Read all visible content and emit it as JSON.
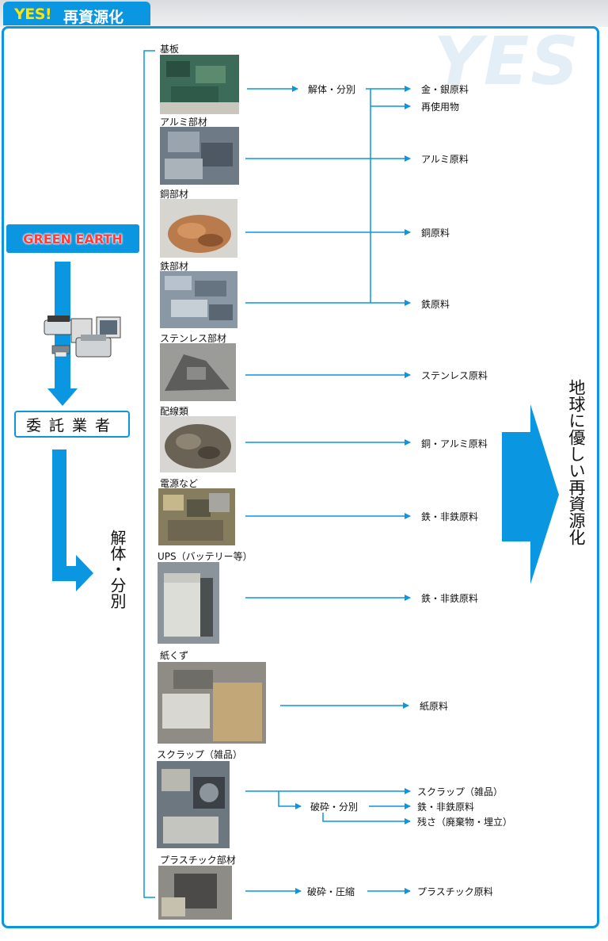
{
  "header": {
    "yes": "YES!",
    "title": "再資源化"
  },
  "watermark": "YES",
  "brand": "GREEN EARTH",
  "contractor": "委託業者",
  "process": "解体・分別",
  "result": "地球に優しい再資源化",
  "materials": [
    {
      "name": "基板",
      "photo_color": "#3d6b5a"
    },
    {
      "name": "アルミ部材",
      "photo_color": "#6e7a86"
    },
    {
      "name": "銅部材",
      "photo_color": "#b97a4c"
    },
    {
      "name": "鉄部材",
      "photo_color": "#8a98a6"
    },
    {
      "name": "ステンレス部材",
      "photo_color": "#707070"
    },
    {
      "name": "配線類",
      "photo_color": "#6b6256"
    },
    {
      "name": "電源など",
      "photo_color": "#857d5e"
    },
    {
      "name": "UPS（バッテリー等）",
      "photo_color": "#c8c9c3"
    },
    {
      "name": "紙くず",
      "photo_color": "#8f8c86"
    },
    {
      "name": "スクラップ（雑品）",
      "photo_color": "#6d7780"
    },
    {
      "name": "プラスチック部材",
      "photo_color": "#4c4a48"
    }
  ],
  "outputs": {
    "kiban_step": "解体・分別",
    "gold_silver": "金・銀原料",
    "reuse": "再使用物",
    "aluminum": "アルミ原料",
    "copper": "銅原料",
    "iron": "鉄原料",
    "stainless": "ステンレス原料",
    "copper_aluminum": "銅・アルミ原料",
    "iron_nonferrous_1": "鉄・非鉄原料",
    "iron_nonferrous_2": "鉄・非鉄原料",
    "paper": "紙原料",
    "crush_sort": "破砕・分別",
    "scrap_goods": "スクラップ（雑品）",
    "iron_nonferrous_3": "鉄・非鉄原料",
    "residue": "残さ（廃棄物・埋立）",
    "crush_compress": "破砕・圧縮",
    "plastic": "プラスチック原料"
  },
  "colors": {
    "accent": "#0a96e0",
    "yes": "#ffe600",
    "brand_text": "#ff3b3b"
  }
}
